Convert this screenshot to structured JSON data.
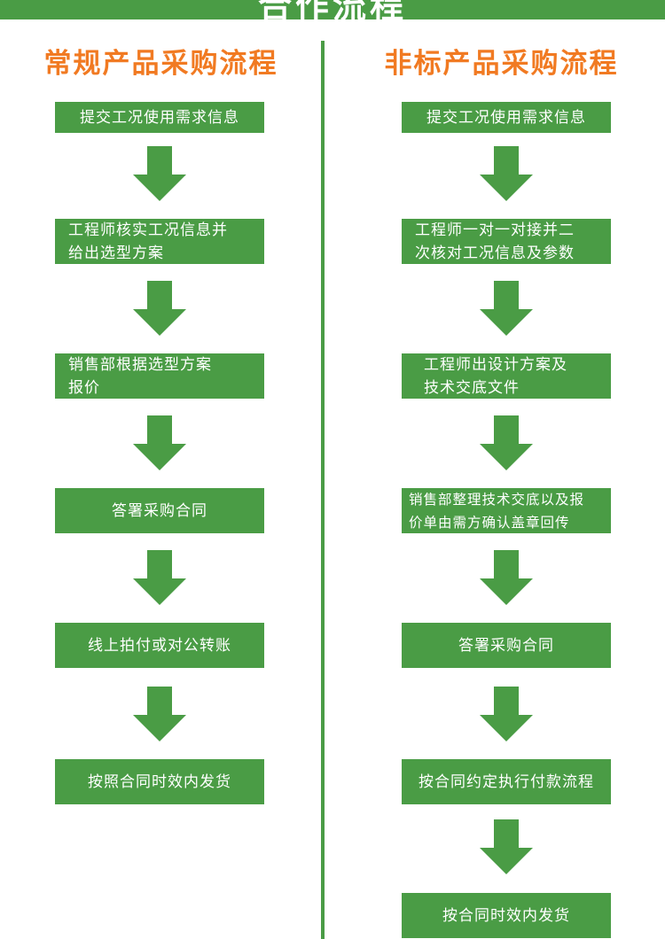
{
  "banner": {
    "title": "合作流程"
  },
  "left": {
    "title": "常规产品采购流程",
    "steps": [
      "提交工况使用需求信息",
      "工程师核实工况信息并\n给出选型方案",
      "销售部根据选型方案\n报价",
      "答署采购合同",
      "线上拍付或对公转账",
      "按照合同时效内发货"
    ]
  },
  "right": {
    "title": "非标产品采购流程",
    "steps": [
      "提交工况使用需求信息",
      "工程师一对一对接并二\n次核对工况信息及参数",
      "工程师出设计方案及\n技术交底文件",
      "销售部整理技术交底以及报\n价单由需方确认盖章回传",
      "答署采购合同",
      "按合同约定执行付款流程",
      "按合同时效内发货"
    ]
  },
  "colors": {
    "green": "#4a9c45",
    "orange": "#f17a22"
  },
  "icons": {
    "arrow": "arrow-down-icon"
  }
}
